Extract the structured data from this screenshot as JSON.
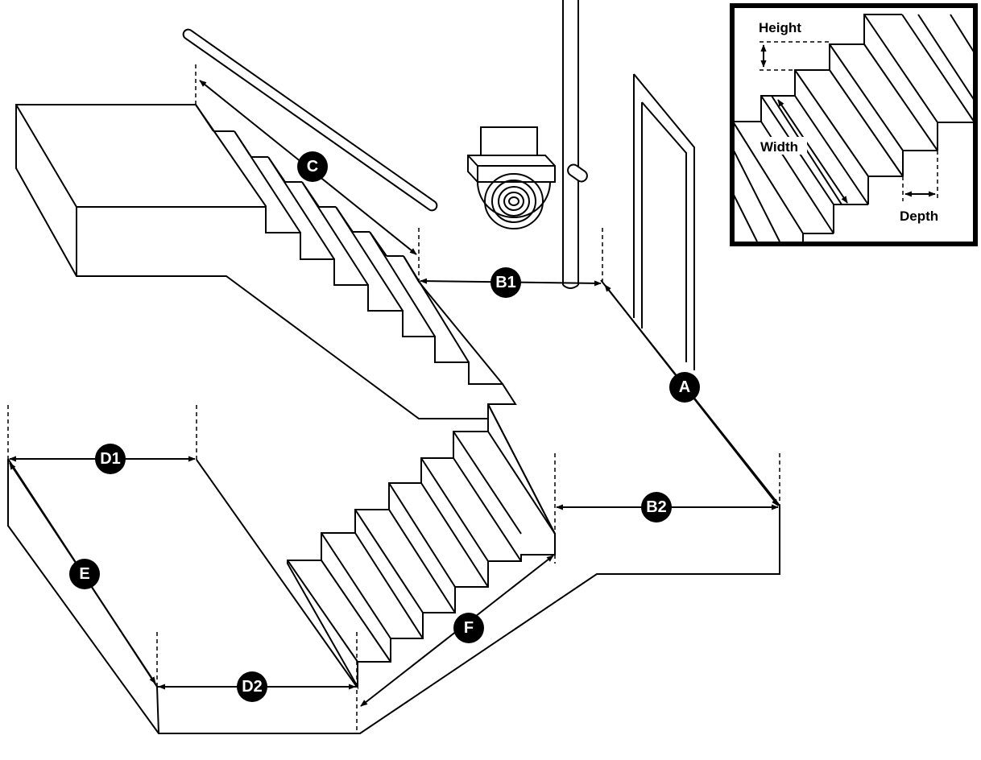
{
  "labels": {
    "A": "A",
    "B1": "B1",
    "B2": "B2",
    "C": "C",
    "D1": "D1",
    "D2": "D2",
    "E": "E",
    "F": "F"
  },
  "inset": {
    "height": "Height",
    "width": "Width",
    "depth": "Depth"
  }
}
